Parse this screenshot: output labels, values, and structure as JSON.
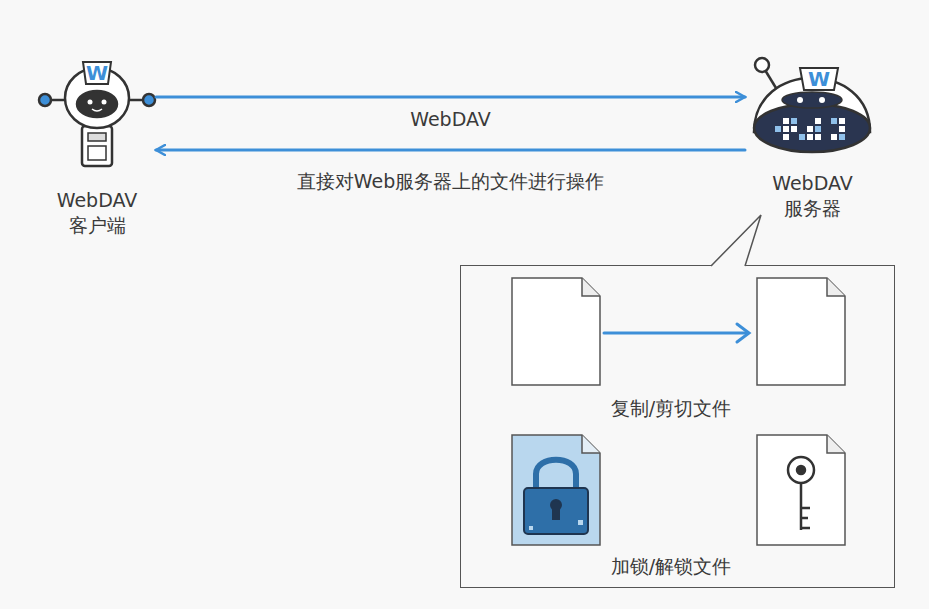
{
  "diagram": {
    "nodes": [
      {
        "text": [
          "WebDAV 客户端"
        ]
      },
      {
        "text": [
          "WebDAV 服务器"
        ]
      },
      {
        "text": [
          "复制/剪切文件",
          "加锁/解锁文件"
        ]
      }
    ],
    "edges": [
      {
        "from": 0,
        "to": 1,
        "arrow": "to",
        "label": "WebDAV"
      },
      {
        "from": 1,
        "to": 0,
        "arrow": "to",
        "label": "直接对Web服务器上的文件进行操作"
      }
    ],
    "labels": [
      "W",
      "W"
    ]
  }
}
